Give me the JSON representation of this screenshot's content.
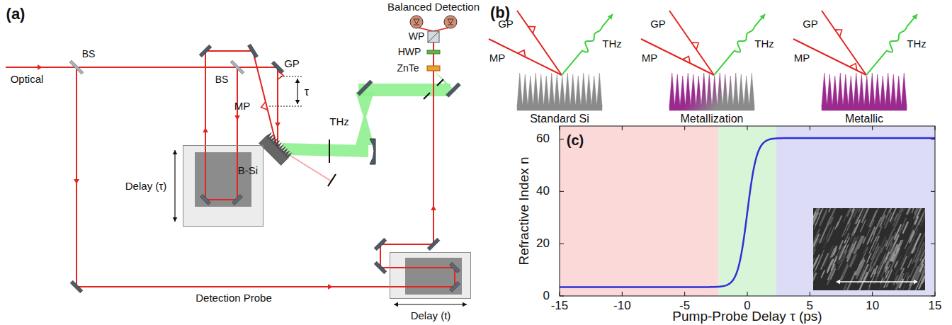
{
  "diagram": {
    "nodes": [
      {
        "text": [
          "Delay (τ)"
        ]
      },
      {
        "text": [
          "Delay (t)"
        ]
      },
      {
        "text": [
          "Standard Si"
        ]
      },
      {
        "text": [
          "Metallization"
        ]
      },
      {
        "text": [
          "Metallic"
        ]
      }
    ],
    "labels": [
      "(a)",
      "Optical",
      "BS",
      "BS",
      "GP",
      "τ",
      "MP",
      "B-Si",
      "THz",
      "Detection Probe",
      "Balanced Detection",
      "WP",
      "HWP",
      "ZnTe",
      "(b)",
      "MP",
      "GP",
      "THz",
      "MP",
      "GP",
      "THz",
      "MP",
      "GP",
      "THz",
      "(c)",
      "Refractive Index n",
      "Pump-Probe Delay τ (ps)",
      "0",
      "20",
      "40",
      "60",
      "-15",
      "-10",
      "-5",
      "0",
      "5",
      "10",
      "15"
    ]
  }
}
